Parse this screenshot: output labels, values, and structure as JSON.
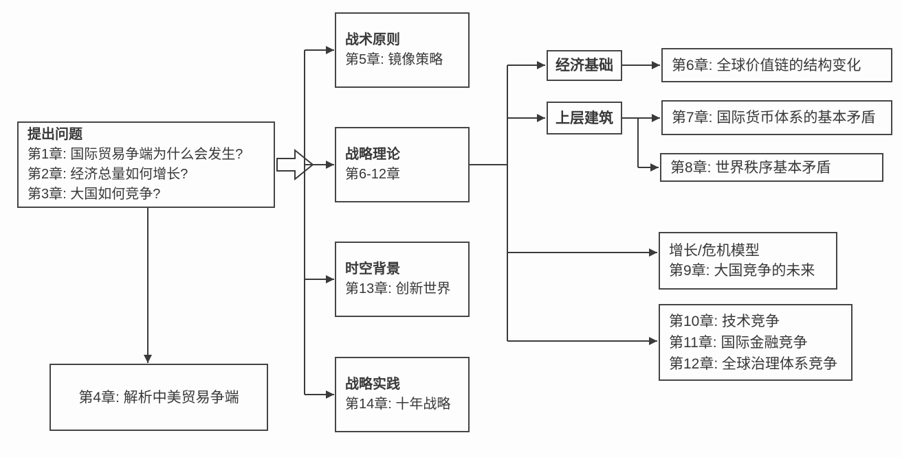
{
  "diagram": {
    "boxes": {
      "questions": {
        "title": "提出问题",
        "lines": [
          "第1章: 国际贸易争端为什么会发生?",
          "第2章: 经济总量如何增长?",
          "第3章: 大国如何竞争?"
        ]
      },
      "ch4": {
        "text": "第4章: 解析中美贸易争端"
      },
      "tactics": {
        "title": "战术原则",
        "subtitle": "第5章: 镜像策略"
      },
      "theory": {
        "title": "战略理论",
        "subtitle": "第6-12章"
      },
      "background": {
        "title": "时空背景",
        "subtitle": "第13章: 创新世界"
      },
      "practice": {
        "title": "战略实践",
        "subtitle": "第14章: 十年战略"
      },
      "econ_base": {
        "text": "经济基础"
      },
      "superstructure": {
        "text": "上层建筑"
      },
      "ch6": {
        "text": "第6章: 全球价值链的结构变化"
      },
      "ch7": {
        "text": "第7章: 国际货币体系的基本矛盾"
      },
      "ch8": {
        "text": "第8章: 世界秩序基本矛盾"
      },
      "growth": {
        "lines": [
          "增长/危机模型",
          "第9章: 大国竞争的未来"
        ]
      },
      "ch10_12": {
        "lines": [
          "第10章: 技术竞争",
          "第11章: 国际金融竞争",
          "第12章: 全球治理体系竞争"
        ]
      }
    },
    "colors": {
      "line": "#3a3a3a",
      "box_border": "#454545",
      "text": "#383838",
      "background": "#fdfdfd"
    }
  }
}
